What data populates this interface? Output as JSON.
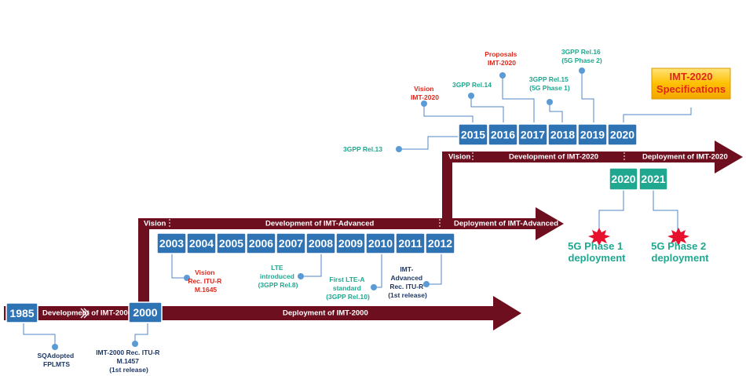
{
  "colors": {
    "arrow": "#6e0f1f",
    "box_blue": "#2e74b5",
    "box_teal": "#1fa88f",
    "connector": "#4f86c6",
    "dot": "#5b9bd5",
    "text_red": "#e0271b",
    "text_teal": "#1fa88f",
    "text_navy": "#1f3864",
    "highlight_fill": "#ffc000",
    "highlight_text": "#e0271b",
    "burst": "#e8112d"
  },
  "bands": {
    "dev_2000": "Development of IMT-2000",
    "dep_2000": "Deployment of IMT-2000",
    "vision_adv": "Vision",
    "dev_adv": "Development of IMT-Advanced",
    "dep_adv": "Deployment of IMT-Advanced",
    "vision_2020": "Vision",
    "dev_2020": "Development of IMT-2020",
    "dep_2020": "Deployment of IMT-2020"
  },
  "years": {
    "y1985": "1985",
    "y2000": "2000",
    "row_advanced": [
      "2003",
      "2004",
      "2005",
      "2006",
      "2007",
      "2008",
      "2009",
      "2010",
      "2011",
      "2012"
    ],
    "row_2020": [
      "2015",
      "2016",
      "2017",
      "2018",
      "2019",
      "2020"
    ],
    "row_deploy": [
      "2020",
      "2021"
    ]
  },
  "annotations": {
    "a1985": [
      "SQAdopted",
      "FPLMTS"
    ],
    "a2000": [
      "IMT-2000  Rec. ITU-R",
      "M.1457",
      "(1st release)"
    ],
    "a2003": [
      "Vision",
      "Rec. ITU-R",
      "M.1645"
    ],
    "a2008": [
      "LTE",
      "introduced",
      "(3GPP Rel.8)"
    ],
    "a2010": [
      "First LTE-A",
      "standard",
      "(3GPP Rel.10)"
    ],
    "a2012": [
      "IMT-",
      "Advanced",
      "Rec. ITU-R",
      "(1st release)"
    ],
    "a_rel13": "3GPP Rel.13",
    "a_vision2020": [
      "Vision",
      "IMT-2020"
    ],
    "a_rel14": "3GPP Rel.14",
    "a_proposals": [
      "Proposals",
      "IMT-2020"
    ],
    "a_rel15": [
      "3GPP Rel.15",
      "(5G Phase 1)"
    ],
    "a_rel16": [
      "3GPP Rel.16",
      "(5G Phase 2)"
    ],
    "a_spec": [
      "IMT-2020",
      "Specifications"
    ],
    "phase1": [
      "5G Phase 1",
      "deployment"
    ],
    "phase2": [
      "5G Phase 2",
      "deployment"
    ]
  }
}
